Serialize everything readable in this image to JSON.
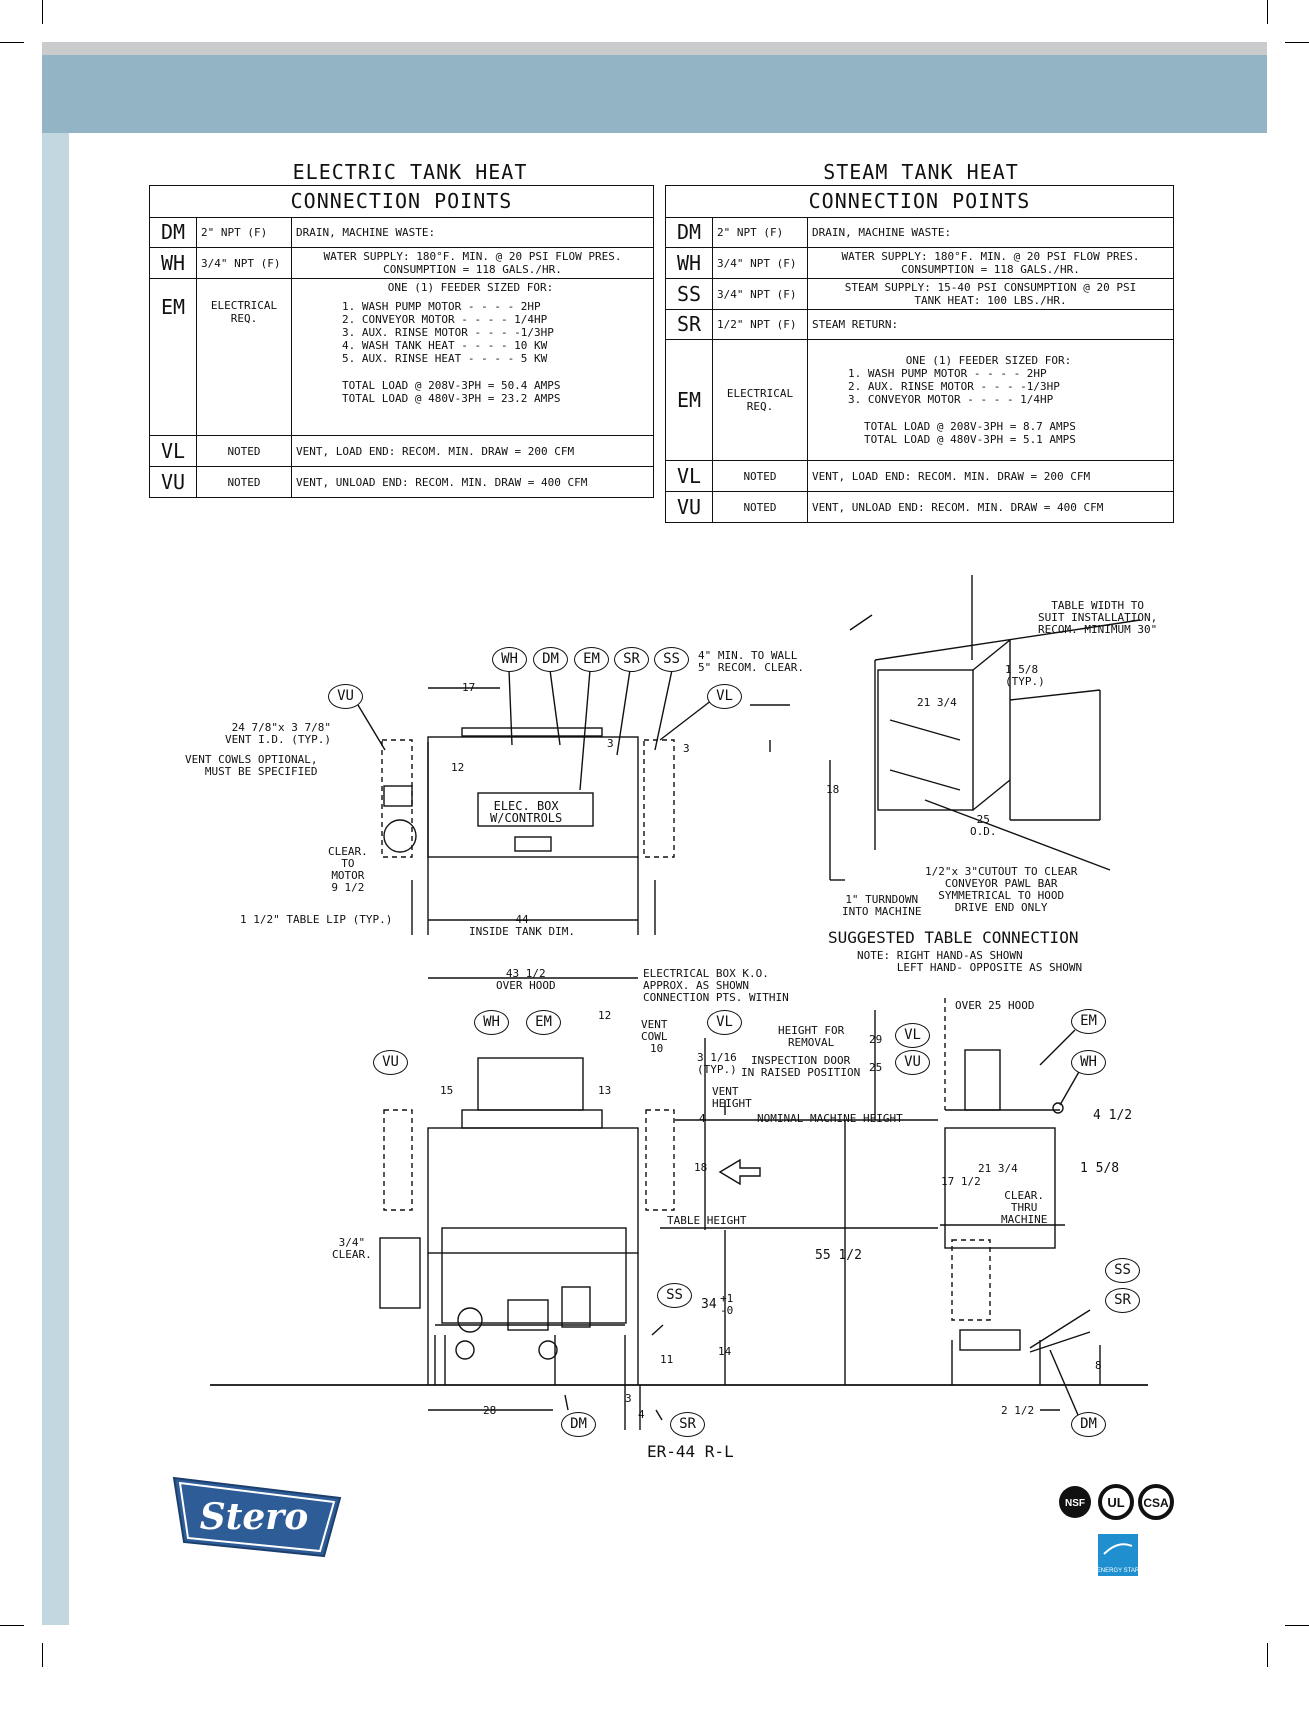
{
  "electric": {
    "title": "ELECTRIC TANK HEAT",
    "header": "CONNECTION POINTS",
    "rows": [
      {
        "code": "DM",
        "size": "2\" NPT (F)",
        "lines": [
          "DRAIN, MACHINE WASTE:"
        ]
      },
      {
        "code": "WH",
        "size": "3/4\" NPT (F)",
        "lines": [
          "WATER SUPPLY: 180°F. MIN. @ 20 PSI FLOW PRES.",
          "CONSUMPTION = 118 GALS./HR."
        ]
      },
      {
        "code": "EM",
        "size": "ELECTRICAL REQ.",
        "lines": [
          "ONE (1) FEEDER SIZED FOR:",
          "1. WASH PUMP MOTOR - - - - 2HP",
          "2. CONVEYOR MOTOR - - - - 1/4HP",
          "3. AUX. RINSE MOTOR - - - -1/3HP",
          "4. WASH TANK HEAT - - - - 10 KW",
          "5. AUX. RINSE HEAT - - - - 5 KW",
          "TOTAL LOAD @ 208V-3PH = 50.4 AMPS",
          "TOTAL LOAD @ 480V-3PH = 23.2 AMPS"
        ]
      },
      {
        "code": "VL",
        "size": "NOTED",
        "lines": [
          "VENT, LOAD END: RECOM. MIN. DRAW = 200 CFM"
        ]
      },
      {
        "code": "VU",
        "size": "NOTED",
        "lines": [
          "VENT, UNLOAD END: RECOM. MIN. DRAW = 400 CFM"
        ]
      }
    ]
  },
  "steam": {
    "title": "STEAM TANK HEAT",
    "header": "CONNECTION POINTS",
    "rows": [
      {
        "code": "DM",
        "size": "2\" NPT (F)",
        "lines": [
          "DRAIN, MACHINE WASTE:"
        ]
      },
      {
        "code": "WH",
        "size": "3/4\" NPT (F)",
        "lines": [
          "WATER SUPPLY: 180°F. MIN. @ 20 PSI FLOW PRES.",
          "CONSUMPTION = 118 GALS./HR."
        ]
      },
      {
        "code": "SS",
        "size": "3/4\" NPT (F)",
        "lines": [
          "STEAM SUPPLY: 15-40 PSI CONSUMPTION @ 20 PSI",
          "TANK HEAT: 100 LBS./HR."
        ]
      },
      {
        "code": "SR",
        "size": "1/2\" NPT (F)",
        "lines": [
          "STEAM RETURN:"
        ]
      },
      {
        "code": "EM",
        "size": "ELECTRICAL REQ.",
        "lines": [
          "ONE (1) FEEDER SIZED FOR:",
          "1. WASH PUMP MOTOR - - - - 2HP",
          "2. AUX. RINSE MOTOR - - - -1/3HP",
          "3. CONVEYOR MOTOR - - - - 1/4HP",
          "TOTAL LOAD @ 208V-3PH = 8.7 AMPS",
          "TOTAL LOAD @ 480V-3PH = 5.1 AMPS"
        ]
      },
      {
        "code": "VL",
        "size": "NOTED",
        "lines": [
          "VENT, LOAD END: RECOM. MIN. DRAW = 200 CFM"
        ]
      },
      {
        "code": "VU",
        "size": "NOTED",
        "lines": [
          "VENT, UNLOAD END: RECOM. MIN. DRAW = 400 CFM"
        ]
      }
    ]
  },
  "drawing": {
    "bubbles": {
      "wh": "WH",
      "dm": "DM",
      "em": "EM",
      "sr": "SR",
      "ss": "SS",
      "vu": "VU",
      "vl": "VL"
    },
    "labels": {
      "vent_id": "24 7/8\"x 3 7/8\"\nVENT I.D. (TYP.)",
      "vent_cowls": "VENT COWLS OPTIONAL,\nMUST BE SPECIFIED",
      "min_wall": "4\" MIN. TO WALL\n5\" RECOM. CLEAR.",
      "elec_box": "ELEC. BOX\nW/CONTROLS",
      "clear_motor": "CLEAR.\nTO\nMOTOR\n9 1/2",
      "table_lip": "1 1/2\" TABLE LIP (TYP.)",
      "inside_tank": "44\nINSIDE TANK DIM.",
      "over_hood_435": "43 1/2\nOVER HOOD",
      "elec_box_ko": "ELECTRICAL BOX K.O.\nAPPROX. AS SHOWN\nCONNECTION PTS. WITHIN",
      "vent_cowl": "VENT\nCOWL",
      "typ_316": "3 1/16\n(TYP.)",
      "vent_height": "VENT\nHEIGHT",
      "nominal_height": "NOMINAL MACHINE HEIGHT",
      "table_height": "TABLE HEIGHT",
      "height_removal": "HEIGHT FOR\nREMOVAL",
      "inspection_door": "INSPECTION DOOR\nIN RAISED POSITION",
      "clear_thru": "CLEAR.\nTHRU\nMACHINE",
      "clear_34": "3/4\"\nCLEAR.",
      "table_width": "TABLE WIDTH TO\nSUIT INSTALLATION,\nRECOM. MINIMUM 30\"",
      "typ_158": "1 5/8\n(TYP.)",
      "cutout": "1/2\"x 3\"CUTOUT TO CLEAR\nCONVEYOR PAWL BAR\nSYMMETRICAL TO HOOD\nDRIVE END ONLY",
      "turndown": "1\" TURNDOWN\nINTO MACHINE",
      "suggested": "SUGGESTED TABLE CONNECTION",
      "note": "NOTE: RIGHT HAND-AS SHOWN\n      LEFT HAND- OPPOSITE AS SHOWN",
      "od25": "25\nO.D.",
      "over_hood_25": "OVER 25 HOOD",
      "model": "ER-44 R-L"
    },
    "dims": {
      "d17": "17",
      "d12": "12",
      "d3a": "3",
      "d3b": "3",
      "d2134a": "21 3/4",
      "d18a": "18",
      "d15": "15",
      "d13": "13",
      "d12b": "12",
      "d10": "10",
      "d4": "4",
      "d18b": "18",
      "d29": "29",
      "d25": "25",
      "d55": "55 1/2",
      "d34": "34",
      "d34tol": "+1\n-0",
      "d11": "11",
      "d14": "14",
      "d28": "28",
      "d3c": "3",
      "d4b": "4",
      "d2134b": "21 3/4",
      "d1712": "17 1/2",
      "d158": "1 5/8",
      "d412": "4 1/2",
      "d8": "8",
      "d212": "2 1/2"
    }
  },
  "brand": {
    "name": "Stero",
    "certs": [
      "NSF",
      "UL",
      "CSA"
    ],
    "energy": "ENERGY STAR"
  },
  "colors": {
    "header": "#93b4c5",
    "strip": "#c3d7e1",
    "logo": "#2e5c96",
    "topband": "#c9cbcd"
  }
}
